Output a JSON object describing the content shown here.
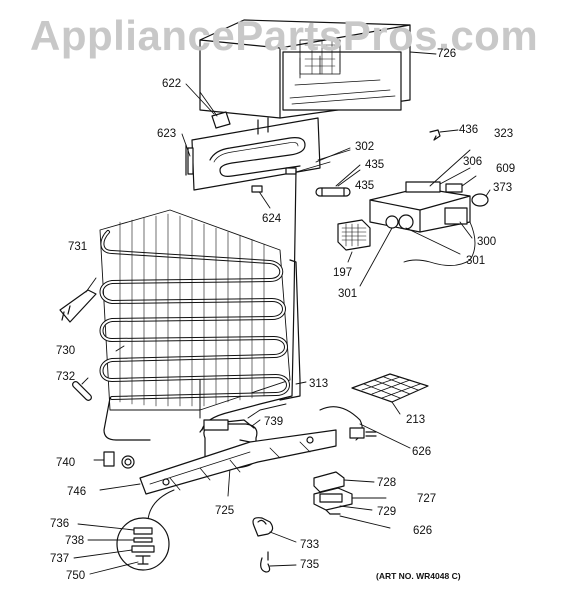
{
  "watermark": "AppliancePartsPros.com",
  "art_number": "(ART NO. WR4048 C)",
  "parts": {
    "p726": "726",
    "p622": "622",
    "p623": "623",
    "p302": "302",
    "p435a": "435",
    "p435b": "435",
    "p436": "436",
    "p323": "323",
    "p306": "306",
    "p609": "609",
    "p373": "373",
    "p624": "624",
    "p300": "300",
    "p301a": "301",
    "p301b": "301",
    "p197": "197",
    "p731": "731",
    "p730": "730",
    "p732": "732",
    "p313": "313",
    "p213": "213",
    "p739": "739",
    "p626a": "626",
    "p740": "740",
    "p746": "746",
    "p725": "725",
    "p728": "728",
    "p727": "727",
    "p729": "729",
    "p626b": "626",
    "p736": "736",
    "p738": "738",
    "p737": "737",
    "p750": "750",
    "p733": "733",
    "p735": "735"
  }
}
